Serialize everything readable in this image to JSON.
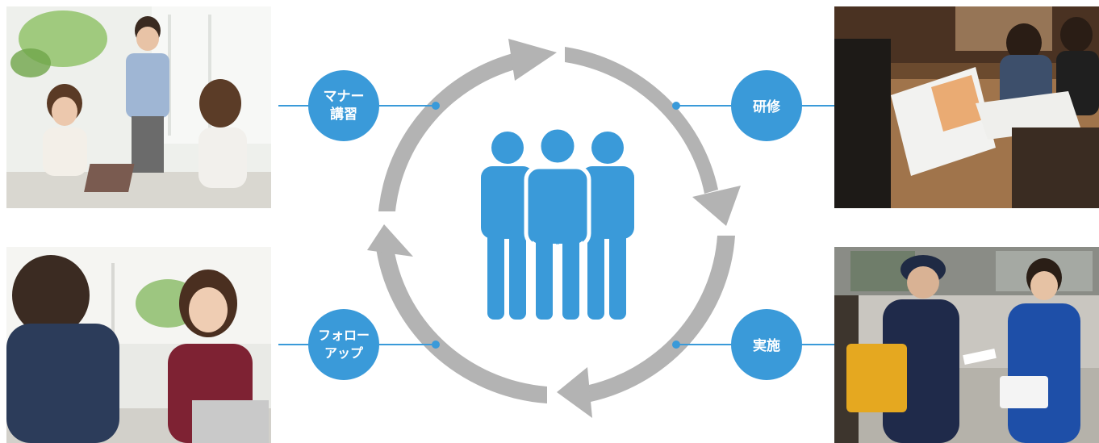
{
  "steps": {
    "manners": {
      "line1": "マナー",
      "line2": "講習"
    },
    "training": {
      "label": "研修"
    },
    "implementation": {
      "label": "実施"
    },
    "followup": {
      "line1": "フォロー",
      "line2": "アップ"
    }
  },
  "colors": {
    "accent": "#3a9ad9",
    "cycle_arrow": "#b3b3b3",
    "background": "#ffffff"
  },
  "photos": {
    "top_left": "office-team-meeting-photo",
    "top_right": "document-training-session-photo",
    "bottom_left": "one-on-one-consultation-photo",
    "bottom_right": "street-leaflet-distribution-photo"
  },
  "icons": {
    "center": "group-of-people-icon"
  }
}
